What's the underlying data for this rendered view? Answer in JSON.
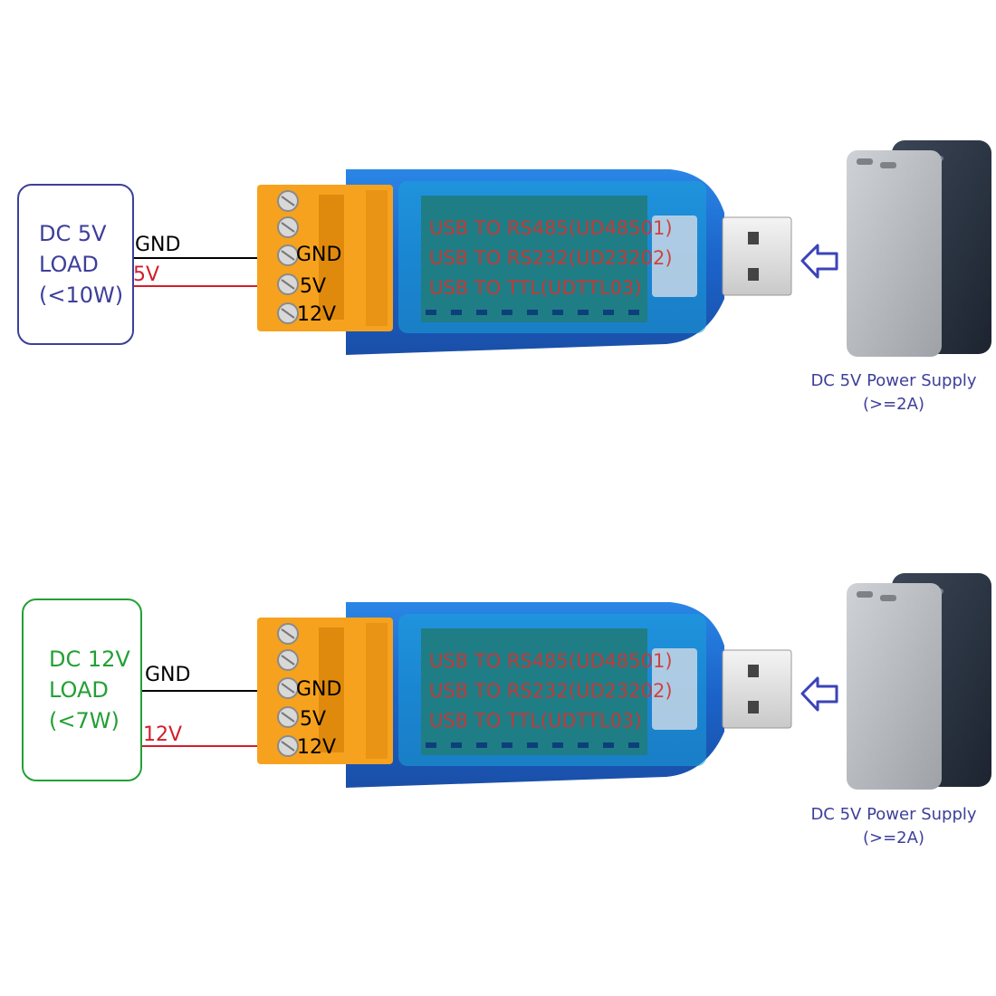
{
  "colors": {
    "load_5v": "#3d3f9a",
    "load_12v": "#23a035",
    "gnd_wire": "#000000",
    "power_wire": "#d21e2a",
    "terminal_block": "#f6a21e",
    "adapter_body": "#1d6fd4",
    "adapter_label": "#d5332f",
    "arrow": "#3b43b8"
  },
  "diagrams": [
    {
      "load": {
        "line1": "DC 5V",
        "line2": "LOAD",
        "line3": "(<10W)"
      },
      "wires": {
        "gnd": "GND",
        "power": "5V"
      },
      "pins": {
        "gnd": "GND",
        "v5": "5V",
        "v12": "12V"
      },
      "adapter_labels": [
        "USB TO RS485(UD48501)",
        "USB TO RS232(UD23202)",
        "USB TO TTL(UDTTL03)"
      ],
      "supply": {
        "line1": "DC 5V Power Supply",
        "line2": "(>=2A)"
      },
      "icons": [
        "terminal-block-icon",
        "usb-plug-icon",
        "arrow-left-icon",
        "power-bank-icon"
      ]
    },
    {
      "load": {
        "line1": "DC 12V",
        "line2": "LOAD",
        "line3": "(<7W)"
      },
      "wires": {
        "gnd": "GND",
        "power": "12V"
      },
      "pins": {
        "gnd": "GND",
        "v5": "5V",
        "v12": "12V"
      },
      "adapter_labels": [
        "USB TO RS485(UD48501)",
        "USB TO RS232(UD23202)",
        "USB TO TTL(UDTTL03)"
      ],
      "supply": {
        "line1": "DC 5V Power Supply",
        "line2": "(>=2A)"
      },
      "icons": [
        "terminal-block-icon",
        "usb-plug-icon",
        "arrow-left-icon",
        "power-bank-icon"
      ]
    }
  ]
}
